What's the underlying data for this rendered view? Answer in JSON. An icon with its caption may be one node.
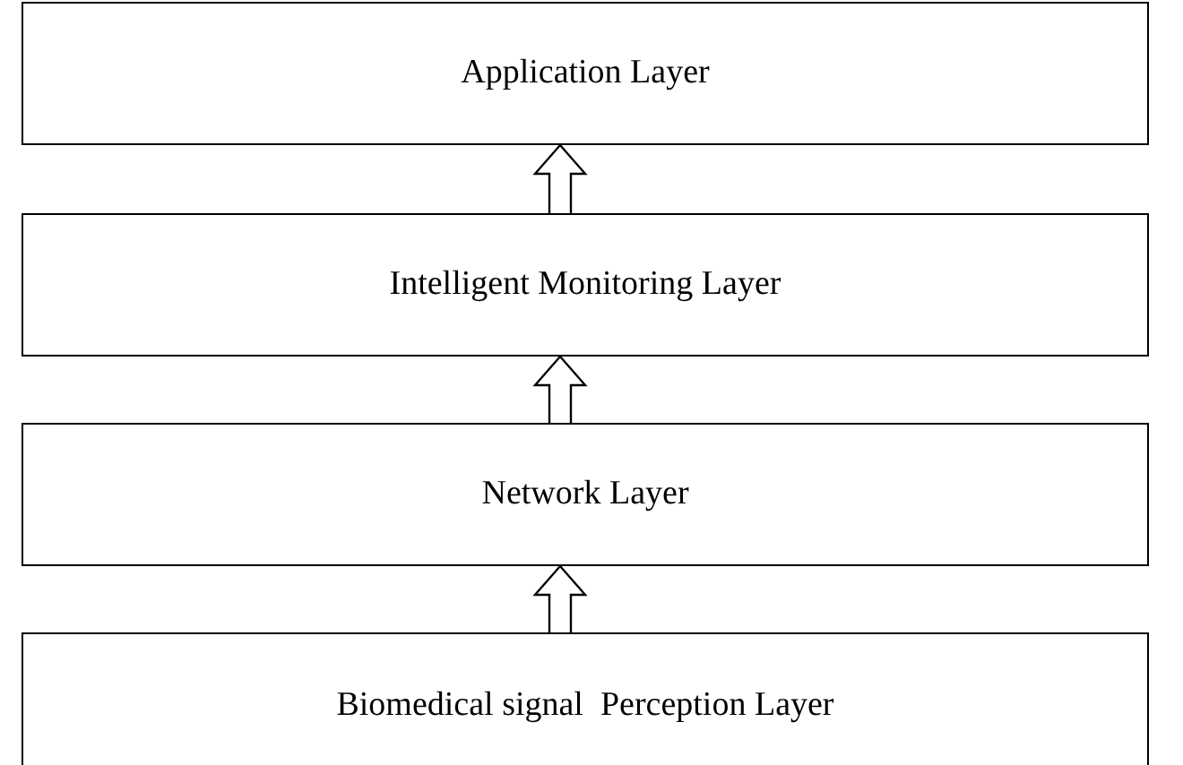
{
  "diagram": {
    "nodes": [
      {
        "text": [
          "Application Layer"
        ]
      },
      {
        "text": [
          "Intelligent Monitoring Layer"
        ]
      },
      {
        "text": [
          "Network Layer"
        ]
      },
      {
        "text": [
          "Biomedical signal  Perception Layer"
        ]
      }
    ],
    "edges": [
      {
        "from": 3,
        "to": 2,
        "arrow": "to"
      },
      {
        "from": 2,
        "to": 1,
        "arrow": "to"
      },
      {
        "from": 1,
        "to": 0,
        "arrow": "to"
      }
    ]
  }
}
